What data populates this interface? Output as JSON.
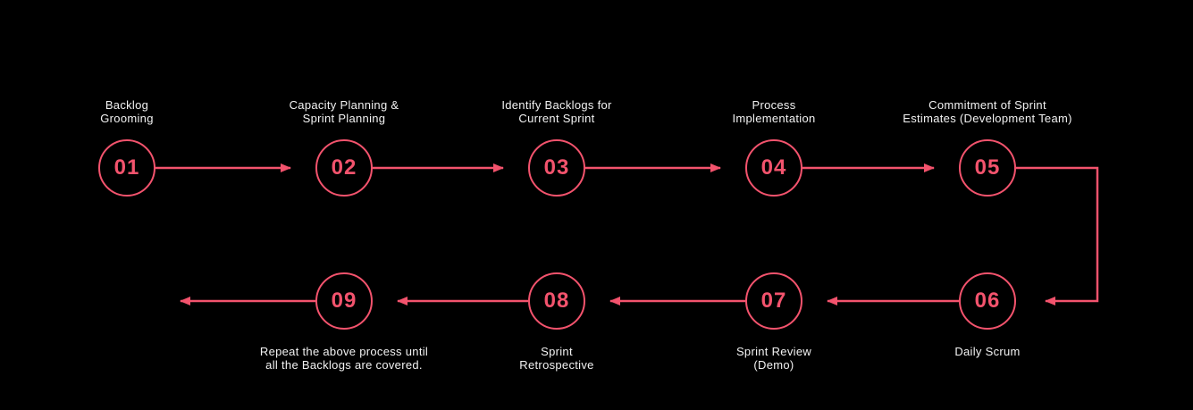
{
  "diagram": {
    "type": "process-flow",
    "background_color": "#000000",
    "accent_color": "#f3536d",
    "label_color": "#f2f2f2",
    "steps": [
      {
        "number": "01",
        "label": "Backlog\nGrooming",
        "row": "top"
      },
      {
        "number": "02",
        "label": "Capacity Planning &\nSprint Planning",
        "row": "top"
      },
      {
        "number": "03",
        "label": "Identify Backlogs for\nCurrent Sprint",
        "row": "top"
      },
      {
        "number": "04",
        "label": "Process\nImplementation",
        "row": "top"
      },
      {
        "number": "05",
        "label": "Commitment of Sprint\nEstimates (Development Team)",
        "row": "top"
      },
      {
        "number": "06",
        "label": "Daily Scrum",
        "row": "bottom"
      },
      {
        "number": "07",
        "label": "Sprint Review\n(Demo)",
        "row": "bottom"
      },
      {
        "number": "08",
        "label": "Sprint\nRetrospective",
        "row": "bottom"
      },
      {
        "number": "09",
        "label": "Repeat the above process until\nall the Backlogs are covered.",
        "row": "bottom"
      }
    ]
  }
}
